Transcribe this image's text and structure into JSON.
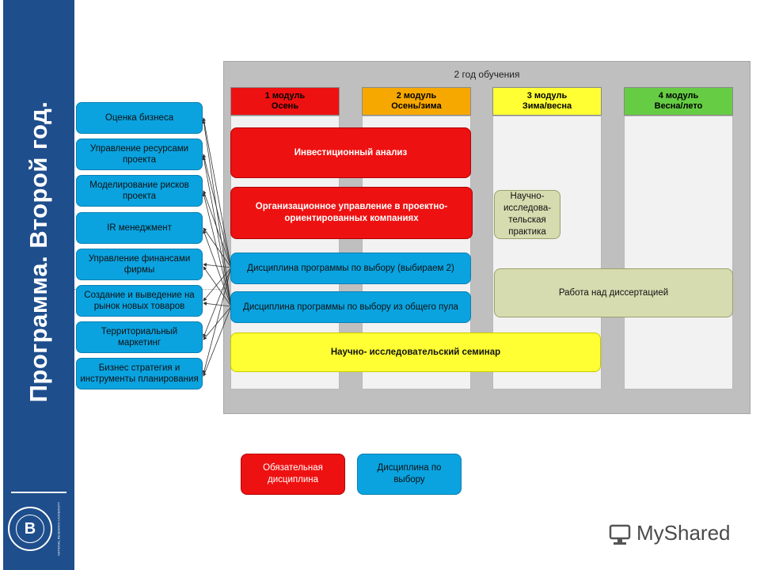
{
  "sidebar": {
    "title": "Программа. Второй год.",
    "logo_letter": "В",
    "logo_text": "NATIONAL RESEARCH UNIVERSITY"
  },
  "frame": {
    "title": "2 год обучения"
  },
  "modules": [
    {
      "line1": "1 модуль",
      "line2": "Осень",
      "color": "#ee1111"
    },
    {
      "line1": "2 модуль",
      "line2": "Осень/зима",
      "color": "#f7a800"
    },
    {
      "line1": "3 модуль",
      "line2": "Зима/весна",
      "color": "#ffff33"
    },
    {
      "line1": "4 модуль",
      "line2": "Весна/лето",
      "color": "#66cc44"
    }
  ],
  "electives": [
    "Оценка бизнеса",
    "Управление ресурсами проекта",
    "Моделирование рисков проекта",
    "IR менеджмент",
    "Управление финансами фирмы",
    "Создание и выведение на рынок новых товаров",
    "Территориальный маркетинг",
    "Бизнес стратегия и инструменты планирования"
  ],
  "bars": {
    "investment": "Инвестиционный анализ",
    "org_management": "Организационное управление в проектно-ориентированных компаниях",
    "elective_program": "Дисциплина программы по выбору (выбираем 2)",
    "elective_pool": "Дисциплина программы по выбору из общего пула",
    "seminar": "Научно- исследовательский семинар",
    "practice": "Научно-исследова-тельская практика",
    "dissertation": "Работа над диссертацией"
  },
  "legend": {
    "mandatory": "Обязательная дисциплина",
    "elective": "Дисциплина по выбору"
  },
  "watermark": "MyShared"
}
